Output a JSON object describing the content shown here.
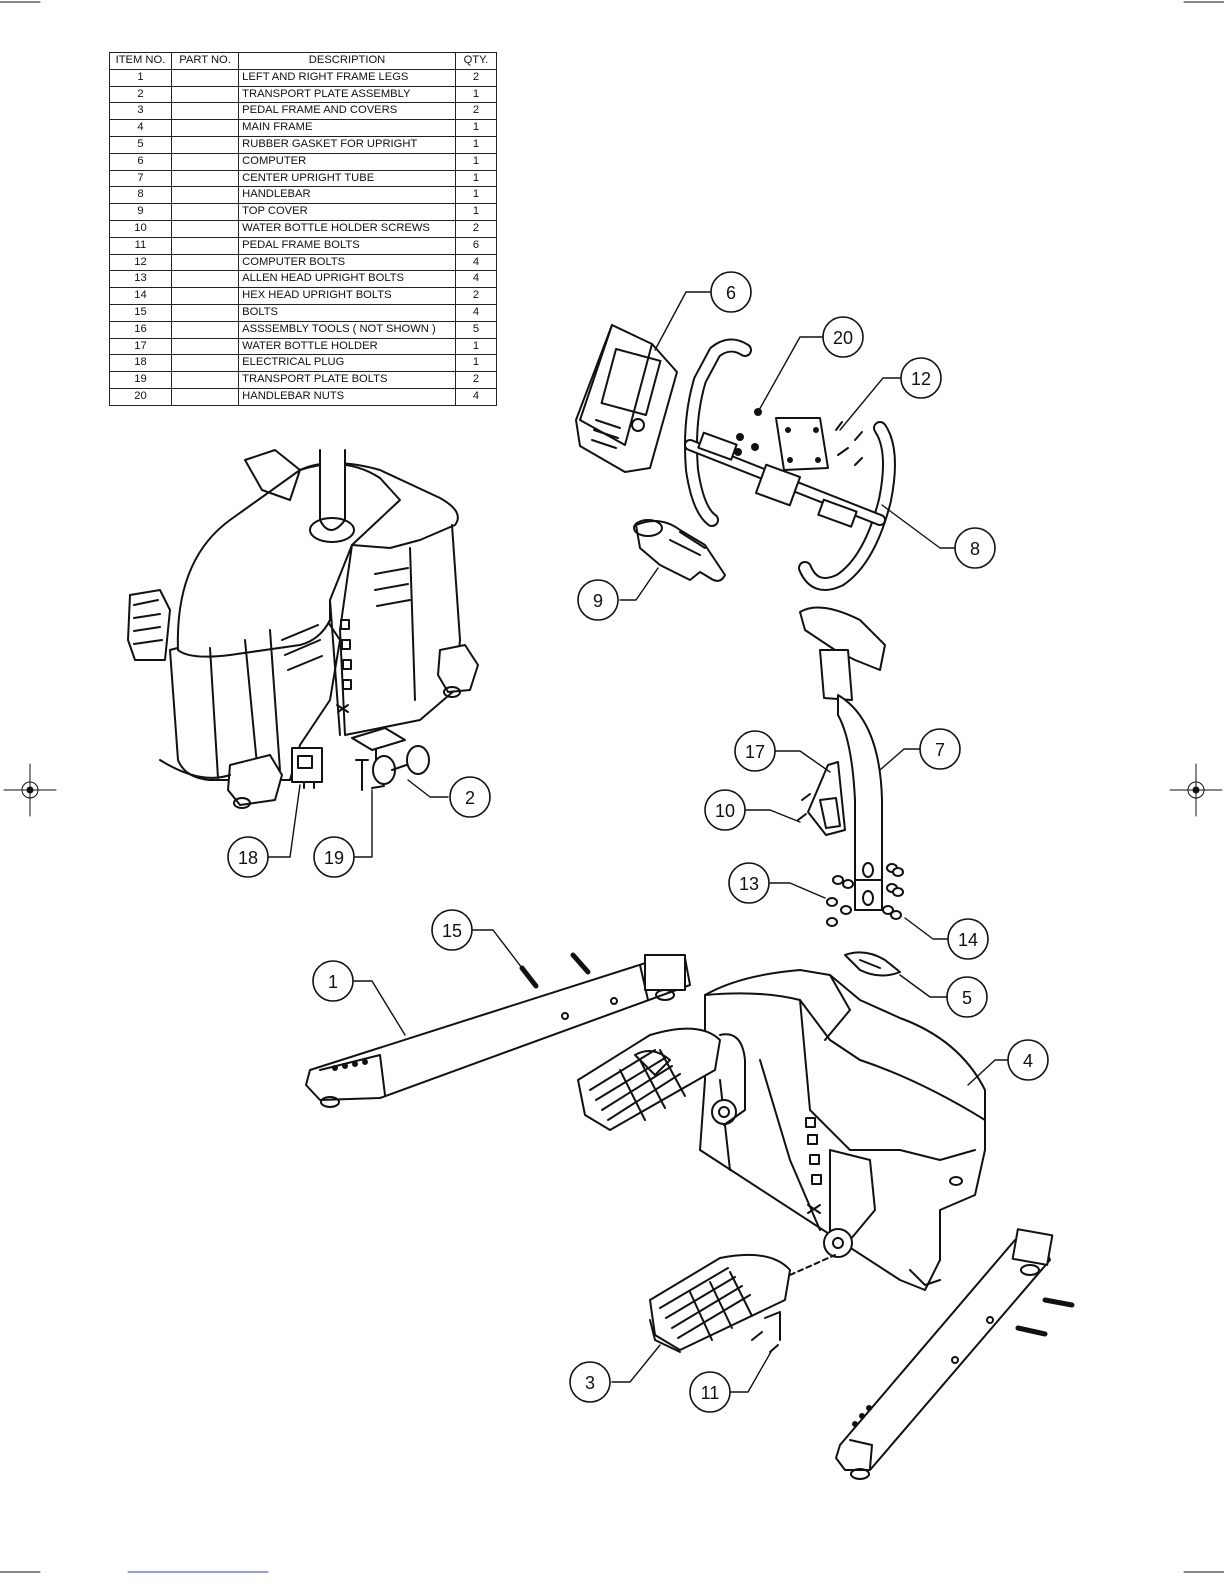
{
  "parts_table": {
    "headers": [
      "ITEM NO.",
      "PART NO.",
      "DESCRIPTION",
      "QTY."
    ],
    "rows": [
      {
        "item": "1",
        "part": "",
        "desc": "LEFT AND RIGHT FRAME LEGS",
        "qty": "2"
      },
      {
        "item": "2",
        "part": "",
        "desc": "TRANSPORT PLATE ASSEMBLY",
        "qty": "1"
      },
      {
        "item": "3",
        "part": "",
        "desc": "PEDAL FRAME AND COVERS",
        "qty": "2"
      },
      {
        "item": "4",
        "part": "",
        "desc": "MAIN FRAME",
        "qty": "1"
      },
      {
        "item": "5",
        "part": "",
        "desc": "RUBBER GASKET FOR UPRIGHT",
        "qty": "1"
      },
      {
        "item": "6",
        "part": "",
        "desc": "COMPUTER",
        "qty": "1"
      },
      {
        "item": "7",
        "part": "",
        "desc": "CENTER UPRIGHT TUBE",
        "qty": "1"
      },
      {
        "item": "8",
        "part": "",
        "desc": "HANDLEBAR",
        "qty": "1"
      },
      {
        "item": "9",
        "part": "",
        "desc": "TOP COVER",
        "qty": "1"
      },
      {
        "item": "10",
        "part": "",
        "desc": "WATER BOTTLE HOLDER SCREWS",
        "qty": "2"
      },
      {
        "item": "11",
        "part": "",
        "desc": "PEDAL FRAME BOLTS",
        "qty": "6"
      },
      {
        "item": "12",
        "part": "",
        "desc": "COMPUTER BOLTS",
        "qty": "4"
      },
      {
        "item": "13",
        "part": "",
        "desc": "ALLEN HEAD UPRIGHT BOLTS",
        "qty": "4"
      },
      {
        "item": "14",
        "part": "",
        "desc": "HEX HEAD UPRIGHT BOLTS",
        "qty": "2"
      },
      {
        "item": "15",
        "part": "",
        "desc": "BOLTS",
        "qty": "4"
      },
      {
        "item": "16",
        "part": "",
        "desc": "ASSSEMBLY TOOLS ( NOT SHOWN )",
        "qty": "5"
      },
      {
        "item": "17",
        "part": "",
        "desc": "WATER BOTTLE HOLDER",
        "qty": "1"
      },
      {
        "item": "18",
        "part": "",
        "desc": "ELECTRICAL PLUG",
        "qty": "1"
      },
      {
        "item": "19",
        "part": "",
        "desc": "TRANSPORT PLATE BOLTS",
        "qty": "2"
      },
      {
        "item": "20",
        "part": "",
        "desc": "HANDLEBAR NUTS",
        "qty": "4"
      }
    ]
  },
  "callouts": [
    "1",
    "2",
    "3",
    "4",
    "5",
    "6",
    "7",
    "8",
    "9",
    "10",
    "11",
    "12",
    "13",
    "14",
    "15",
    "17",
    "18",
    "19",
    "20"
  ]
}
